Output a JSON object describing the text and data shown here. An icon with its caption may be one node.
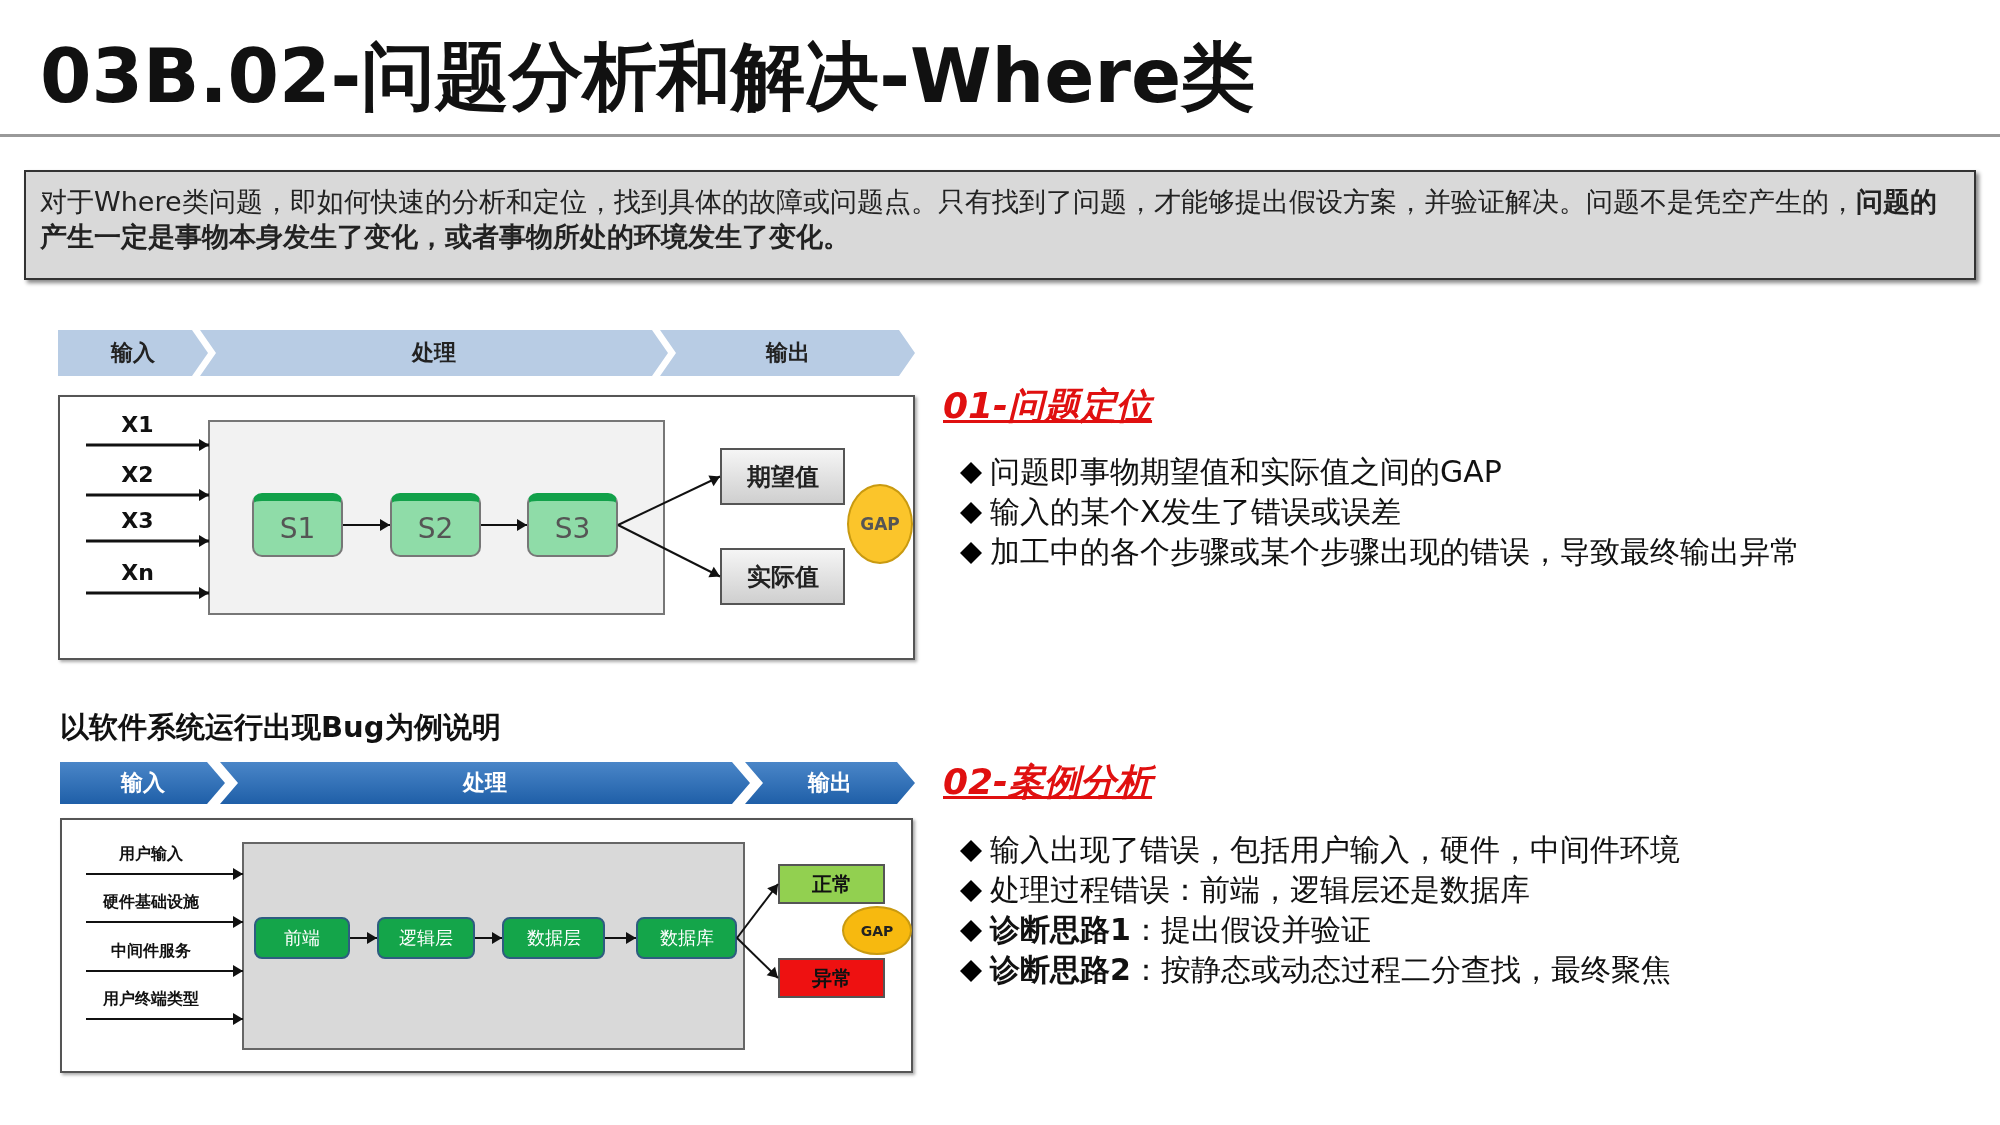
{
  "diagram": {
    "title": "03B.02-问题分析和解决-Where类",
    "nodes": [
      {
        "text": [
          "对于Where类问题，即如何快速的分析和定位，找到具体的故障或问题点。只有找到了问题，才能够提出假设方案，并验证解决。问题不是凭空产生的，**问题的产生一定是事物本身发生了变化，或者事物所处的环境发生了变化。**"
        ]
      },
      {
        "text": [
          "输入"
        ]
      },
      {
        "text": [
          "处理"
        ]
      },
      {
        "text": [
          "输出"
        ]
      },
      {
        "text": [],
        "shape": "box"
      },
      {
        "text": [
          "X1"
        ],
        "in": 4
      },
      {
        "text": [
          "X2"
        ],
        "in": 4
      },
      {
        "text": [
          "X3"
        ],
        "in": 4
      },
      {
        "text": [
          "Xn"
        ],
        "in": 4
      },
      {
        "text": [],
        "shape": "box",
        "in": 4
      },
      {
        "text": [
          "S1"
        ],
        "in": 9
      },
      {
        "text": [
          "S2"
        ],
        "in": 9
      },
      {
        "text": [
          "S3"
        ],
        "in": 9
      },
      {
        "text": [
          "期望值"
        ],
        "in": 4
      },
      {
        "text": [
          "GAP"
        ],
        "in": 4
      },
      {
        "text": [
          "实际值"
        ],
        "in": 4
      },
      {
        "text": [
          "输入"
        ]
      },
      {
        "text": [
          "处理"
        ]
      },
      {
        "text": [
          "输出"
        ]
      },
      {
        "text": [],
        "shape": "box"
      },
      {
        "text": [
          "用户输入"
        ],
        "in": 19
      },
      {
        "text": [
          "硬件基础设施"
        ],
        "in": 19
      },
      {
        "text": [
          "中间件服务"
        ],
        "in": 19
      },
      {
        "text": [
          "用户终端类型"
        ],
        "in": 19
      },
      {
        "text": [],
        "shape": "box",
        "in": 19
      },
      {
        "text": [
          "前端"
        ],
        "in": 24
      },
      {
        "text": [
          "逻辑层"
        ],
        "in": 24
      },
      {
        "text": [
          "数据层"
        ],
        "in": 24
      },
      {
        "text": [
          "数据库"
        ],
        "in": 24
      },
      {
        "text": [
          "正常"
        ],
        "in": 19
      },
      {
        "text": [
          "GAP"
        ],
        "in": 19
      },
      {
        "text": [
          "异常"
        ],
        "in": 19
      }
    ],
    "edges": [
      {
        "from": 5,
        "to": 9,
        "arrow": "to"
      },
      {
        "from": 6,
        "to": 9,
        "arrow": "to"
      },
      {
        "from": 7,
        "to": 9,
        "arrow": "to"
      },
      {
        "from": 8,
        "to": 9,
        "arrow": "to"
      },
      {
        "from": 10,
        "to": 11,
        "arrow": "to"
      },
      {
        "from": 11,
        "to": 12,
        "arrow": "to"
      },
      {
        "from": 12,
        "to": 13,
        "arrow": "to"
      },
      {
        "from": 12,
        "to": 15,
        "arrow": "to"
      },
      {
        "from": 20,
        "to": 24,
        "arrow": "to"
      },
      {
        "from": 21,
        "to": 24,
        "arrow": "to"
      },
      {
        "from": 22,
        "to": 24,
        "arrow": "to"
      },
      {
        "from": 23,
        "to": 24,
        "arrow": "to"
      },
      {
        "from": 25,
        "to": 26,
        "arrow": "to"
      },
      {
        "from": 26,
        "to": 27,
        "arrow": "to"
      },
      {
        "from": 27,
        "to": 28,
        "arrow": "to"
      },
      {
        "from": 28,
        "to": 29,
        "arrow": "to"
      },
      {
        "from": 28,
        "to": 31,
        "arrow": "to"
      }
    ],
    "labels": [
      "01-问题定位",
      "问题即事物期望值和实际值之间的GAP",
      "输入的某个X发生了错误或误差",
      "加工中的各个步骤或某个步骤出现的错误，导致最终输出异常",
      "以软件系统运行出现Bug为例说明",
      "02-案例分析",
      "输入出现了错误，包括用户输入，硬件，中间件环境",
      "处理过程错误：前端，逻辑层还是数据库",
      "**诊断思路1**：提出假设并验证",
      "**诊断思路2**：按静态或动态过程二分查找，最终聚焦"
    ]
  }
}
